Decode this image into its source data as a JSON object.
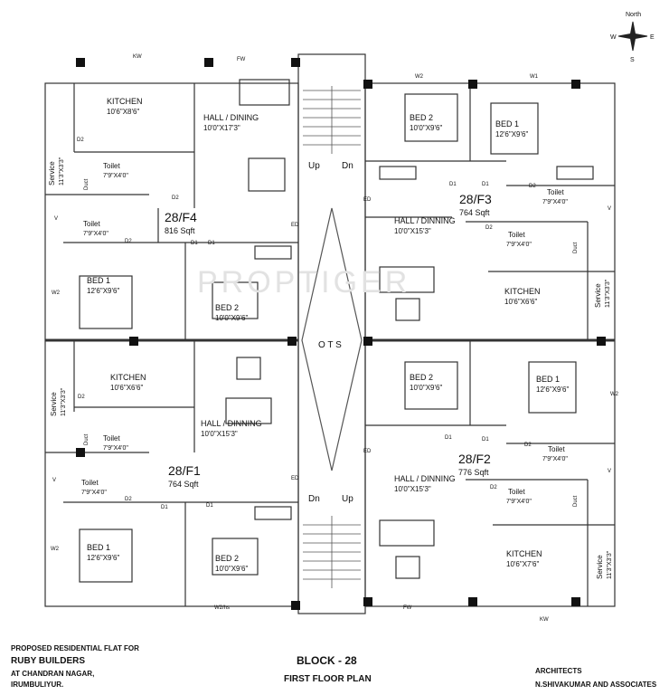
{
  "compass": {
    "north": "North",
    "west": "W",
    "east": "E",
    "south": "S"
  },
  "flats": {
    "f4": {
      "id": "28/F4",
      "area": "816 Sqft"
    },
    "f3": {
      "id": "28/F3",
      "area": "764 Sqft"
    },
    "f1": {
      "id": "28/F1",
      "area": "764 Sqft"
    },
    "f2": {
      "id": "28/F2",
      "area": "776 Sqft"
    }
  },
  "rooms": {
    "f4_kitchen": {
      "name": "KITCHEN",
      "size": "10'6\"X8'6\""
    },
    "f4_hall": {
      "name": "HALL / DINING",
      "size": "10'0\"X17'3\""
    },
    "f4_service": {
      "name": "Service",
      "size": "11'3\"X3'3\""
    },
    "f4_toilet_a": {
      "name": "Toilet",
      "size": "7'9\"X4'0\""
    },
    "f4_toilet_b": {
      "name": "Toilet",
      "size": "7'9\"X4'0\""
    },
    "f4_bed1": {
      "name": "BED 1",
      "size": "12'6\"X9'6\""
    },
    "f4_bed2": {
      "name": "BED 2",
      "size": "10'0\"X9'6\""
    },
    "f3_bed2": {
      "name": "BED 2",
      "size": "10'0\"X9'6\""
    },
    "f3_bed1": {
      "name": "BED 1",
      "size": "12'6\"X9'6\""
    },
    "f3_toilet_a": {
      "name": "Toilet",
      "size": "7'9\"X4'0\""
    },
    "f3_toilet_b": {
      "name": "Toilet",
      "size": "7'9\"X4'0\""
    },
    "f3_hall": {
      "name": "HALL / DINNING",
      "size": "10'0\"X15'3\""
    },
    "f3_kitchen": {
      "name": "KITCHEN",
      "size": "10'6\"X6'6\""
    },
    "f3_service": {
      "name": "Service",
      "size": "11'3\"X3'3\""
    },
    "f1_kitchen": {
      "name": "KITCHEN",
      "size": "10'6\"X6'6\""
    },
    "f1_service": {
      "name": "Service",
      "size": "11'3\"X3'3\""
    },
    "f1_toilet_a": {
      "name": "Toilet",
      "size": "7'9\"X4'0\""
    },
    "f1_hall": {
      "name": "HALL / DINNING",
      "size": "10'0\"X15'3\""
    },
    "f1_toilet_b": {
      "name": "Toilet",
      "size": "7'9\"X4'0\""
    },
    "f1_bed1": {
      "name": "BED 1",
      "size": "12'6\"X9'6\""
    },
    "f1_bed2": {
      "name": "BED 2",
      "size": "10'0\"X9'6\""
    },
    "f2_bed2": {
      "name": "BED 2",
      "size": "10'0\"X9'6\""
    },
    "f2_bed1": {
      "name": "BED 1",
      "size": "12'6\"X9'6\""
    },
    "f2_toilet_a": {
      "name": "Toilet",
      "size": "7'9\"X4'0\""
    },
    "f2_hall": {
      "name": "HALL / DINNING",
      "size": "10'0\"X15'3\""
    },
    "f2_toilet_b": {
      "name": "Toilet",
      "size": "7'9\"X4'0\""
    },
    "f2_kitchen": {
      "name": "KITCHEN",
      "size": "10'6\"X7'6\""
    },
    "f2_service": {
      "name": "Service",
      "size": "11'3\"X3'3\""
    }
  },
  "core": {
    "ots": "O T S",
    "up_top": "Up",
    "dn_top": "Dn",
    "dn_bottom": "Dn",
    "up_bottom": "Up"
  },
  "tags": {
    "kw": "KW",
    "fw": "FW",
    "w1": "W1",
    "w2": "W2",
    "w2hs": "W2/hs",
    "v": "V",
    "d1": "D1",
    "d2": "D2",
    "ed": "ED",
    "duct": "Duct"
  },
  "watermark": "PROPTIGER",
  "footer": {
    "project_line": "PROPOSED RESIDENTIAL FLAT FOR",
    "builder": "RUBY BUILDERS",
    "location_1": "AT CHANDRAN NAGAR,",
    "location_2": "IRUMBULIYUR.",
    "block": "BLOCK - 28",
    "plan": "FIRST FLOOR PLAN",
    "architects_label": "ARCHITECTS",
    "architects_name": "N.SHIVAKUMAR AND ASSOCIATES"
  }
}
